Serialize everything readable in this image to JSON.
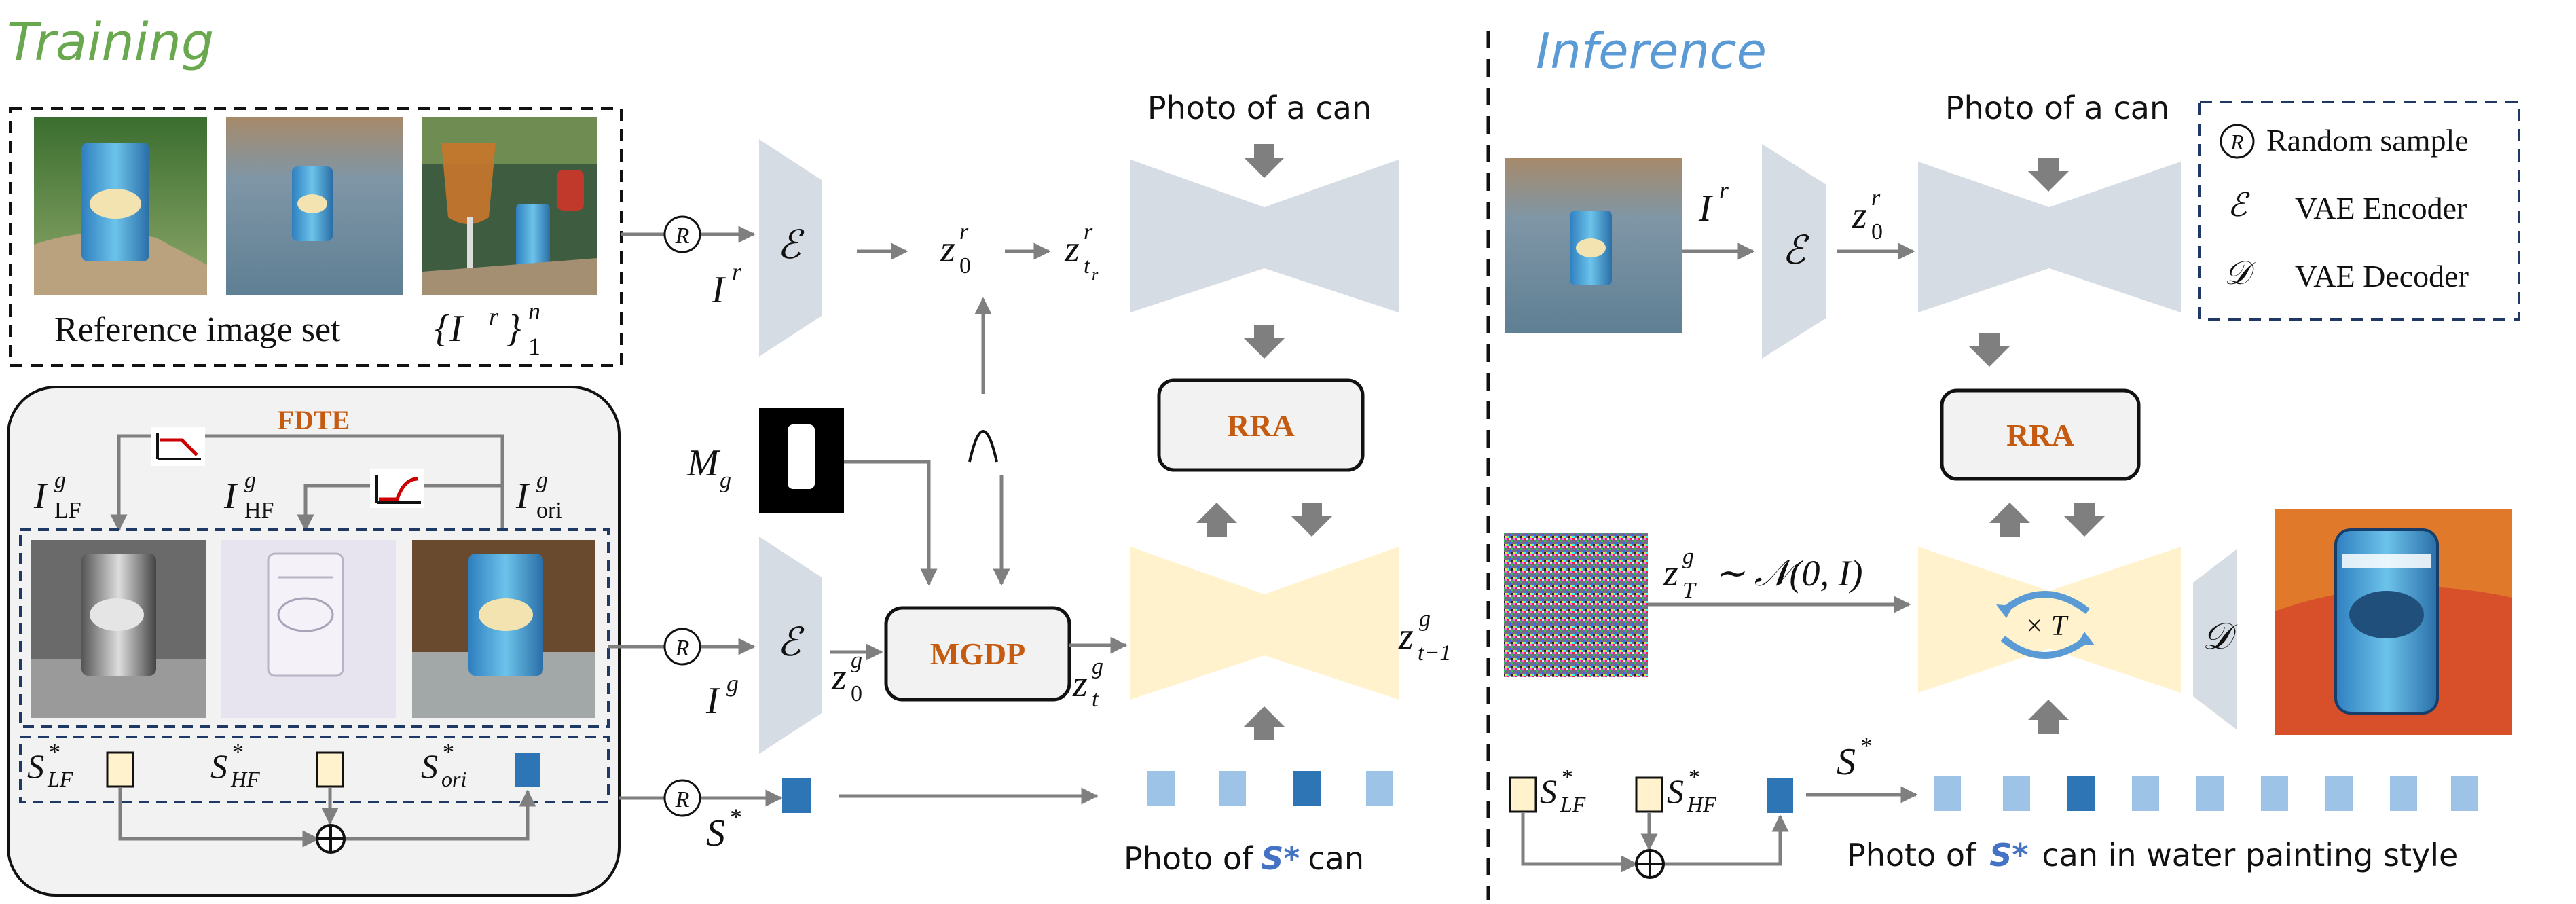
{
  "training": {
    "title": "Training",
    "reference_set_label": "Reference image set",
    "reference_set_symbol": "{I",
    "reference_set_sup_r": "r",
    "reference_set_close": "}",
    "reference_set_sup_n": "n",
    "reference_set_sub_1": "1",
    "fdte_label": "FDTE",
    "rra_label": "RRA",
    "mgdp_label": "MGDP",
    "prompt_top": "Photo of a can",
    "prompt_bottom_pre": "Photo of",
    "prompt_bottom_token": "S*",
    "prompt_bottom_post": "can",
    "labels": {
      "I_LF": "I",
      "I_LF_sup": "g",
      "I_LF_sub": "LF",
      "I_HF": "I",
      "I_HF_sup": "g",
      "I_HF_sub": "HF",
      "I_ori": "I",
      "I_ori_sup": "g",
      "I_ori_sub": "ori",
      "S_LF": "S",
      "S_LF_sup": "*",
      "S_LF_sub": "LF",
      "S_HF": "S",
      "S_HF_sup": "*",
      "S_HF_sub": "HF",
      "S_ori": "S",
      "S_ori_sup": "*",
      "S_ori_sub": "ori",
      "I_r": "I",
      "I_r_sup": "r",
      "I_g": "I",
      "I_g_sup": "g",
      "S_star": "S",
      "S_star_sup": "*",
      "M_g": "M",
      "M_g_sub": "g",
      "z0r": "z",
      "z0r_sup": "r",
      "z0r_sub": "0",
      "ztr": "z",
      "ztr_sup": "r",
      "ztr_sub": "t",
      "ztr_subsub": "r",
      "z0g": "z",
      "z0g_sup": "g",
      "z0g_sub": "0",
      "ztg": "z",
      "ztg_sup": "g",
      "ztg_sub": "t",
      "zt1g": "z",
      "zt1g_sup": "g",
      "zt1g_sub": "t−1",
      "encoder": "ℰ",
      "random": "R",
      "gauss": "ᐱ"
    }
  },
  "inference": {
    "title": "Inference",
    "legend": [
      {
        "symbol": "R",
        "text": "Random sample"
      },
      {
        "symbol": "ℰ",
        "text": "VAE Encoder"
      },
      {
        "symbol": "𝒟",
        "text": "VAE Decoder"
      }
    ],
    "rra_label": "RRA",
    "prompt_top": "Photo of a can",
    "prompt_bottom_pre": "Photo of",
    "prompt_bottom_token": "S*",
    "prompt_bottom_post": "can in water painting style",
    "loop_label": "× T",
    "labels": {
      "I_r": "I",
      "I_r_sup": "r",
      "z0r": "z",
      "z0r_sup": "r",
      "z0r_sub": "0",
      "zT": "z",
      "zT_sup": "g",
      "zT_sub": "T",
      "zT_dist": "∼ 𝒩(0, I)",
      "S_LF": "S",
      "S_LF_sup": "*",
      "S_LF_sub": "LF",
      "S_HF": "S",
      "S_HF_sup": "*",
      "S_HF_sub": "HF",
      "S_star": "S",
      "S_star_sup": "*",
      "encoder": "ℰ",
      "decoder": "𝒟"
    }
  },
  "colors": {
    "training_title": "#6aa84f",
    "inference_title": "#5b9bd5",
    "module_text": "#c55a11",
    "unet_blue": "#d6dce4",
    "unet_yellow": "#fff2cc",
    "token_light": "#9dc3e6",
    "token_dark": "#2e75b6",
    "token_yellow": "#fff2cc",
    "arrow": "#7f7f7f",
    "legend_border": "#1f3864",
    "token_text": "#4472c4"
  }
}
